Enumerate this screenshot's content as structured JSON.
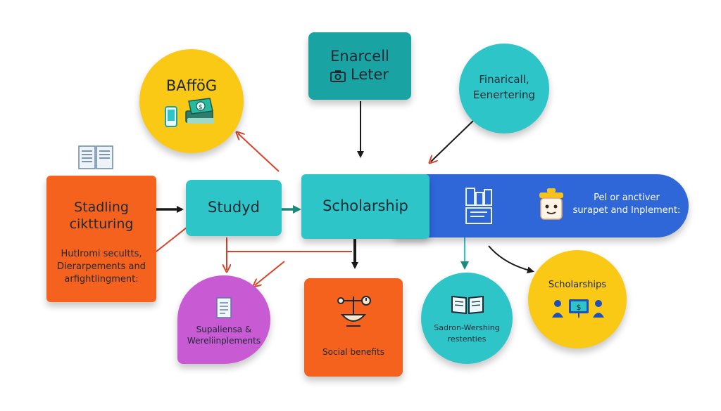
{
  "nodes": {
    "bafog": {
      "label": "BAfföG"
    },
    "enarcell": {
      "label_line1": "Enarcell",
      "label_line2": "Leter"
    },
    "financial": {
      "label_line1": "Finaricall,",
      "label_line2": "Eenertering"
    },
    "stadling": {
      "title_line1": "Stadling",
      "title_line2": "ciktturing",
      "desc_line1": "Hutlromi secultts,",
      "desc_line2": "Dierarpements and",
      "desc_line3": "arfightlingment:"
    },
    "studyd": {
      "label": "Studyd"
    },
    "scholarship": {
      "label": "Scholarship"
    },
    "banner": {
      "text_line1": "Pel or anctiver",
      "text_line2": "surapet and Inplement:"
    },
    "supaliensa": {
      "label_line1": "Supaliensa &",
      "label_line2": "Wereliinplements"
    },
    "social": {
      "label": "Social benefits"
    },
    "sadron": {
      "label_line1": "Sadron-Wershing",
      "label_line2": "restenties"
    },
    "scholarships": {
      "label": "Scholarships"
    }
  },
  "colors": {
    "yellow": "#f9c915",
    "teal_dark": "#1aa3a3",
    "teal_light": "#2ec5c9",
    "orange": "#f5621e",
    "blue": "#2f67d8",
    "purple": "#c85ad3",
    "arrow_dark": "#1a1a1a",
    "arrow_red": "#d8432a",
    "arrow_teal": "#1c8a7a"
  },
  "icons": [
    "book-icon",
    "camera-icon",
    "phone-icon",
    "money-icon",
    "document-icon",
    "scale-icon",
    "open-book-icon",
    "tablet-icon",
    "robot-icon",
    "people-icon"
  ]
}
